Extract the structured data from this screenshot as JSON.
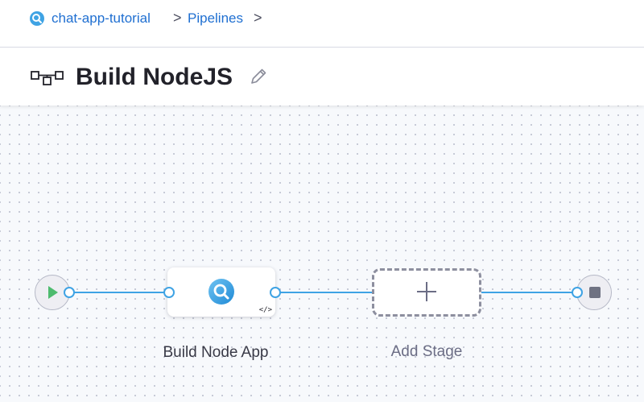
{
  "breadcrumb": {
    "project": "chat-app-tutorial",
    "separator": ">",
    "pipelines": "Pipelines"
  },
  "header": {
    "title": "Build NodeJS",
    "pipeline_icon": "pipeline-icon",
    "edit_icon": "pencil-icon"
  },
  "pipeline": {
    "start_icon": "play-icon",
    "end_icon": "stop-icon",
    "stages": [
      {
        "name": "Build Node App",
        "icon": "ci-search-icon",
        "badge": "</>"
      }
    ],
    "add_stage_label": "Add Stage"
  },
  "colors": {
    "accent": "#3fa3e4",
    "link": "#1f6fd1",
    "start": "#4dbb6e",
    "canvas": "#f7f9fc"
  }
}
